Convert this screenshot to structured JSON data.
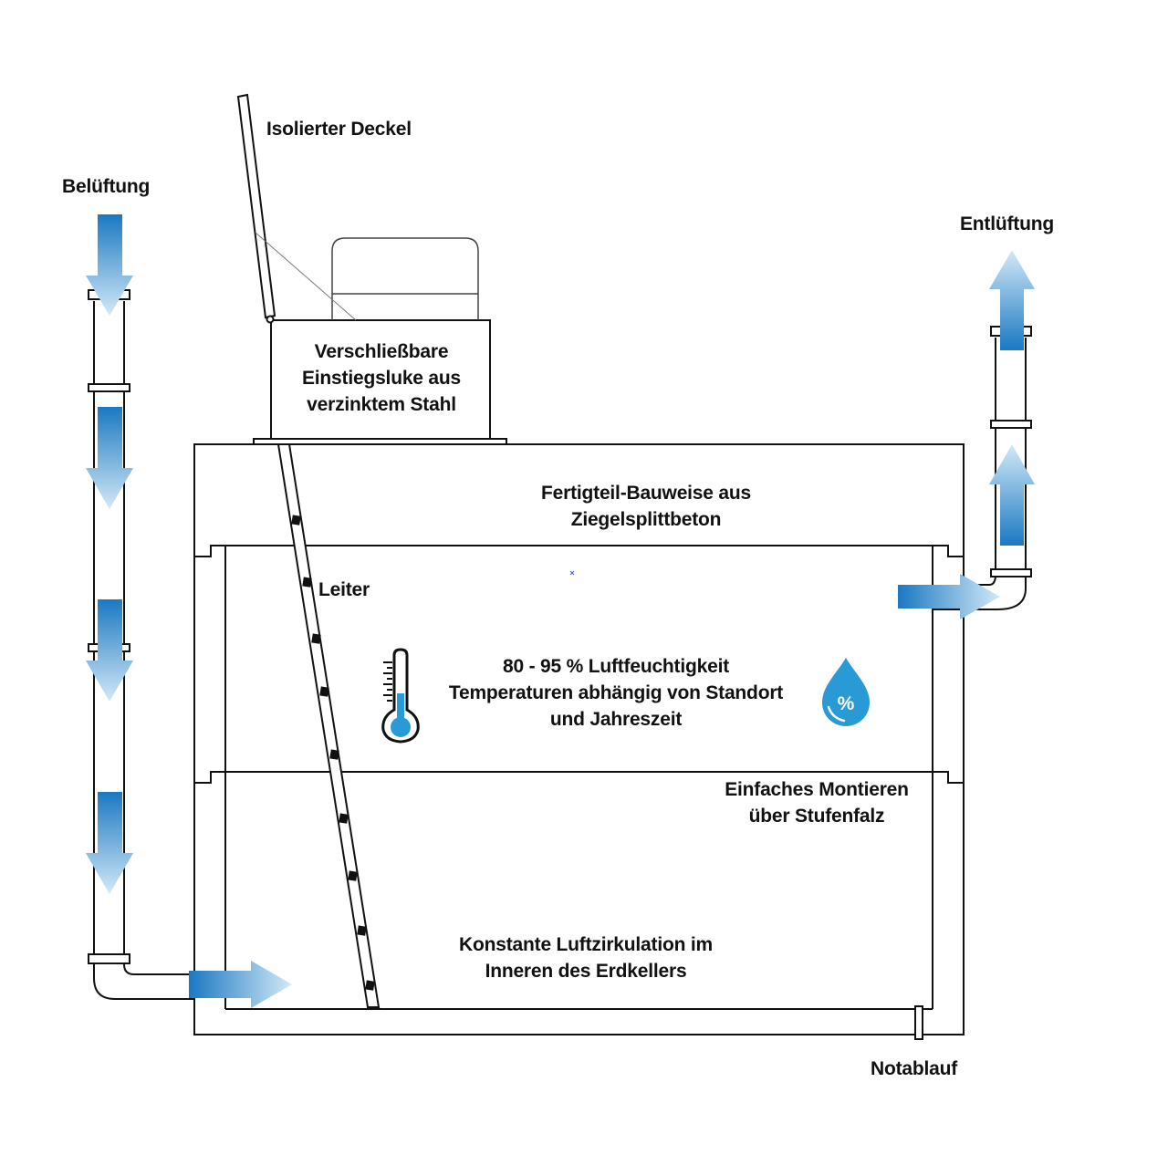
{
  "labels": {
    "belueftung": "Belüftung",
    "entlueftung": "Entlüftung",
    "deckel": "Isolierter Deckel",
    "luke": [
      "Verschließbare",
      "Einstiegsluke aus",
      "verzinktem Stahl"
    ],
    "bauweise": [
      "Fertigteil-Bauweise aus",
      "Ziegelsplittbeton"
    ],
    "leiter": "Leiter",
    "klima": [
      "80 - 95 % Luftfeuchtigkeit",
      "Temperaturen abhängig von Standort",
      "und Jahreszeit"
    ],
    "montage": [
      "Einfaches Montieren",
      "über Stufenfalz"
    ],
    "zirkulation": [
      "Konstante Luftzirkulation im",
      "Inneren des Erdkellers"
    ],
    "notablauf": "Notablauf",
    "humidity_symbol": "%"
  },
  "icons": {
    "thermometer": "thermometer-icon",
    "humidity": "water-drop-percent-icon",
    "arrow": "airflow-arrow-icon"
  },
  "colors": {
    "line": "#111111",
    "arrow_dark": "#1a78c2",
    "arrow_light": "#cfe6f6",
    "drop": "#2a9ad6",
    "thermo_fill": "#2a9ad6"
  }
}
